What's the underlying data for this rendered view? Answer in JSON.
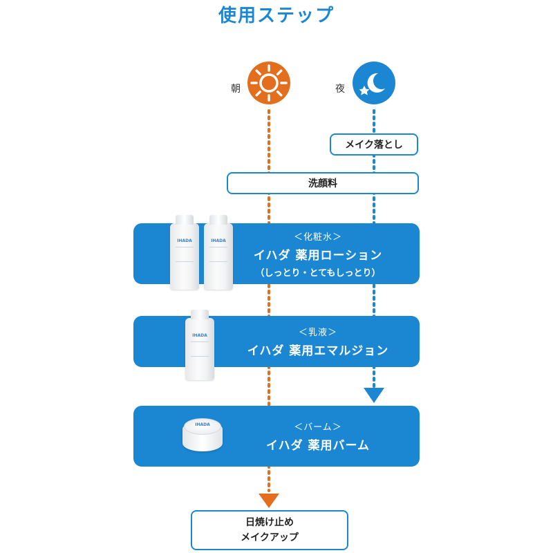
{
  "title": "使用ステップ",
  "timeline": {
    "morning_label": "朝",
    "night_label": "夜",
    "morning_icon": "sun-icon",
    "night_icon": "moon-star-icon",
    "morning_color": "#e36f1e",
    "night_color": "#1b87d3"
  },
  "steps": {
    "makeup_remover": "メイク落とし",
    "face_wash": "洗顔料",
    "lotion": {
      "category": "＜化粧水＞",
      "product": "イハダ 薬用ローション",
      "variant": "（しっとり・とてもしっとり）",
      "bottle_label": "IHADA"
    },
    "emulsion": {
      "category": "＜乳液＞",
      "product": "イハダ 薬用エマルジョン",
      "bottle_label": "IHADA"
    },
    "balm": {
      "category": "＜バーム＞",
      "product": "イハダ 薬用バーム",
      "jar_label": "IHADA"
    },
    "final": {
      "line1": "日焼け止め",
      "line2": "メイクアップ"
    }
  },
  "colors": {
    "accent_blue": "#1b87d3",
    "accent_orange": "#e36f1e"
  }
}
